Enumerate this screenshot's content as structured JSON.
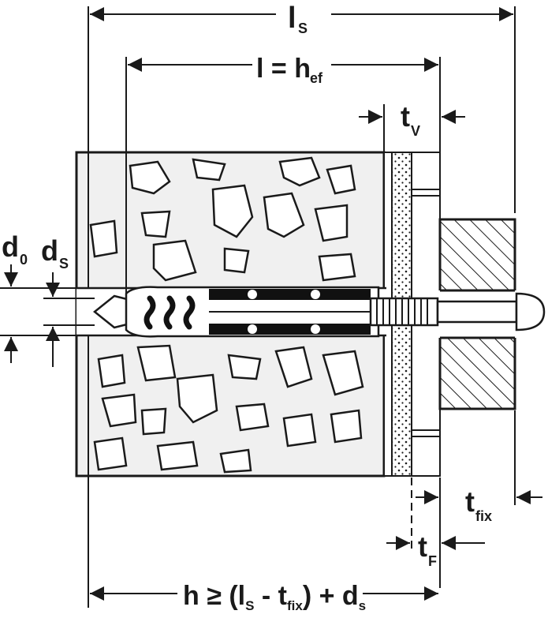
{
  "labels": {
    "ls": {
      "main": "l",
      "sub": "S"
    },
    "l_hef": {
      "main": "l = h",
      "sub": "ef"
    },
    "tv": {
      "main": "t",
      "sub": "V"
    },
    "d0": {
      "main": "d",
      "sub": "0"
    },
    "ds": {
      "main": "d",
      "sub": "S"
    },
    "tfix": {
      "main": "t",
      "sub": "fix"
    },
    "tf": {
      "main": "t",
      "sub": "F"
    },
    "formula": {
      "p1": "h ≥ (l",
      "s1": "S",
      "p2": " - t",
      "s2": "fix",
      "p3": ") + d",
      "s3": "s"
    }
  },
  "colors": {
    "ink": "#1a1a1a",
    "background": "#ffffff",
    "concrete": "#f0f0f0",
    "anchor_ribs": "#111111"
  },
  "icons": [
    "concrete-aggregate",
    "wall-plug-anchor",
    "screw",
    "fixture-hatched",
    "insulation-layer"
  ]
}
